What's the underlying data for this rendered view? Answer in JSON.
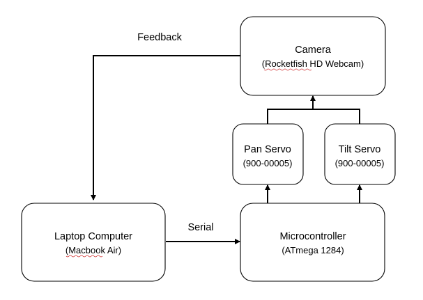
{
  "nodes": {
    "camera": {
      "title": "Camera",
      "subtitle": "(Rocketfish HD Webcam)"
    },
    "pan": {
      "title": "Pan Servo",
      "subtitle": "(900-00005)"
    },
    "tilt": {
      "title": "Tilt Servo",
      "subtitle": "(900-00005)"
    },
    "laptop": {
      "title": "Laptop Computer",
      "subtitle": "(Macbook Air)"
    },
    "micro": {
      "title": "Microcontroller",
      "subtitle": "(ATmega 1284)"
    }
  },
  "edges": {
    "feedback": {
      "label": "Feedback"
    },
    "serial": {
      "label": "Serial"
    }
  },
  "colors": {
    "stroke": "#000000",
    "spellcheck": "#d03030",
    "background": "#ffffff"
  }
}
